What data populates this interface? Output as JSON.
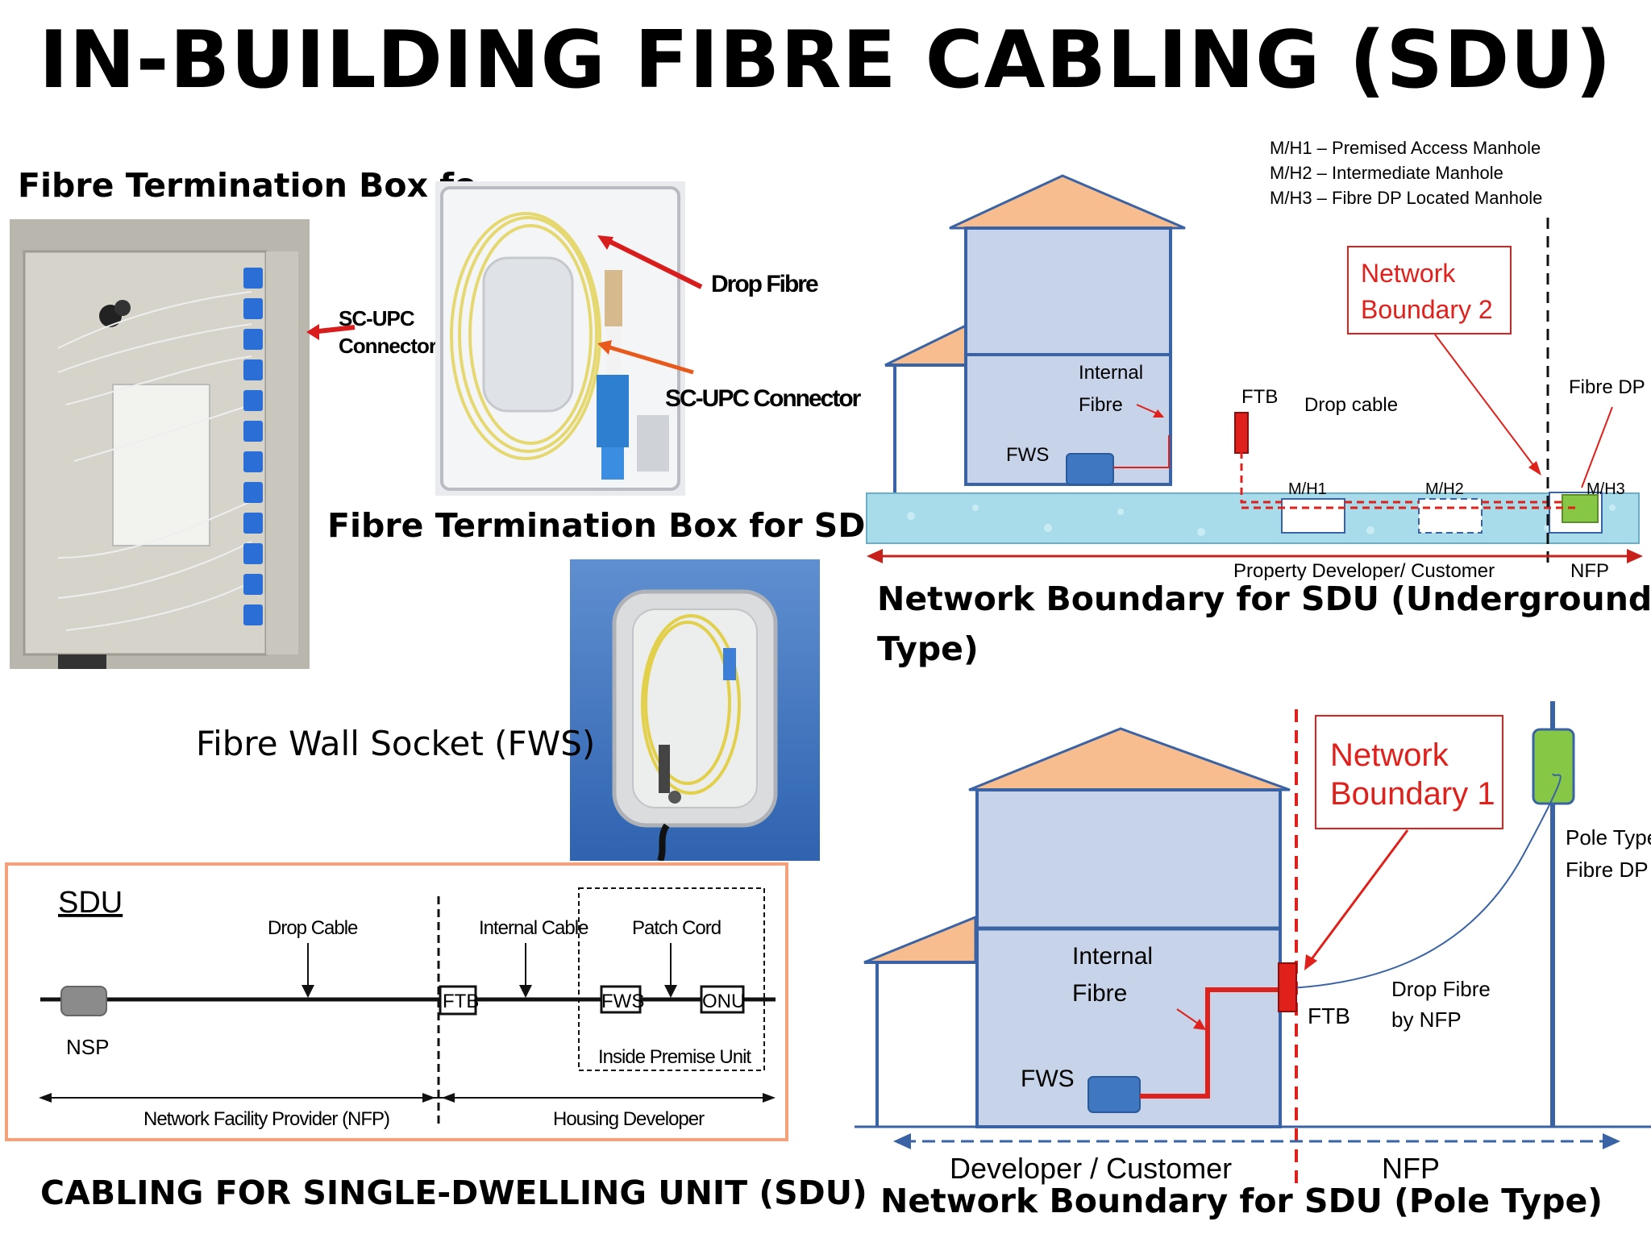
{
  "title": "IN-BUILDING FIBRE CABLING (SDU)",
  "photos": {
    "mdu": {
      "caption": "Fibre Termination Box fo",
      "callout": [
        "SC-UPC",
        "Connector"
      ]
    },
    "sdu": {
      "caption": "Fibre Termination Box for SDU",
      "callout_drop": "Drop Fibre",
      "callout_connector": "SC-UPC Connector"
    },
    "fws": {
      "caption": "Fibre Wall Socket (FWS)"
    }
  },
  "underground": {
    "legend": [
      "M/H1 – Premised Access Manhole",
      "M/H2 – Intermediate Manhole",
      "M/H3 – Fibre DP Located Manhole"
    ],
    "boundary_label": [
      "Network",
      "Boundary 2"
    ],
    "internal_fibre": [
      "Internal",
      "Fibre"
    ],
    "fws": "FWS",
    "ftb": "FTB",
    "drop_cable": "Drop cable",
    "fibre_dp": "Fibre DP",
    "mh1": "M/H1",
    "mh2": "M/H2",
    "mh3": "M/H3",
    "left_zone": "Property Developer/ Customer",
    "right_zone": "NFP",
    "caption": [
      "Network Boundary for SDU (Underground",
      "Type)"
    ],
    "colors": {
      "roof": "#f8bd8e",
      "wall": "#c7d3e8",
      "outline": "#3a63a5",
      "cable": "#e0201b",
      "ground": "#a8dcea",
      "dp": "#86c846"
    }
  },
  "sdu_diagram": {
    "heading": "SDU",
    "drop_cable": "Drop Cable",
    "internal_cable": "Internal Cable",
    "patch_cord": "Patch Cord",
    "ftb": "FTB",
    "fws": "FWS",
    "onu": "ONU",
    "nsp": "NSP",
    "inside_premise": "Inside Premise Unit",
    "nfp": "Network Facility Provider (NFP)",
    "housing": "Housing Developer",
    "caption": "CABLING FOR SINGLE-DWELLING UNIT (SDU)",
    "colors": {
      "frame": "#f4a07a"
    }
  },
  "pole": {
    "boundary_label": [
      "Network",
      "Boundary 1"
    ],
    "pole_label": [
      "Pole Type",
      "Fibre DP"
    ],
    "internal_fibre": [
      "Internal",
      "Fibre"
    ],
    "drop_fibre": [
      "Drop Fibre",
      "by NFP"
    ],
    "ftb": "FTB",
    "fws": "FWS",
    "left_zone": "Developer / Customer",
    "right_zone": "NFP",
    "caption": "Network Boundary for SDU (Pole Type)"
  }
}
